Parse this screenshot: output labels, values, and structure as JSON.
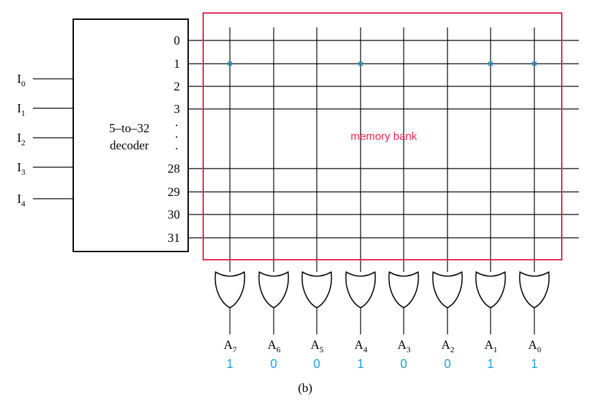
{
  "decoder": {
    "label_line1": "5–to–32",
    "label_line2": "decoder",
    "inputs": [
      {
        "base": "I",
        "sub": "0"
      },
      {
        "base": "I",
        "sub": "1"
      },
      {
        "base": "I",
        "sub": "2"
      },
      {
        "base": "I",
        "sub": "3"
      },
      {
        "base": "I",
        "sub": "4"
      }
    ],
    "outputs": [
      "0",
      "1",
      "2",
      "3",
      "28",
      "29",
      "30",
      "31"
    ],
    "ellipsis": "·"
  },
  "memory_bank": {
    "label": "memory bank",
    "border_color": "#e8234f",
    "mark_symbol": "×",
    "mark_color": "#1aa3e0",
    "marks": [
      {
        "row": "1",
        "column": "A7"
      },
      {
        "row": "1",
        "column": "A4"
      },
      {
        "row": "1",
        "column": "A1"
      },
      {
        "row": "1",
        "column": "A0"
      }
    ]
  },
  "outputs": [
    {
      "base": "A",
      "sub": "7",
      "value": "1"
    },
    {
      "base": "A",
      "sub": "6",
      "value": "0"
    },
    {
      "base": "A",
      "sub": "5",
      "value": "0"
    },
    {
      "base": "A",
      "sub": "4",
      "value": "1"
    },
    {
      "base": "A",
      "sub": "3",
      "value": "0"
    },
    {
      "base": "A",
      "sub": "2",
      "value": "0"
    },
    {
      "base": "A",
      "sub": "1",
      "value": "1"
    },
    {
      "base": "A",
      "sub": "0",
      "value": "1"
    }
  ],
  "value_color": "#1aa3e0",
  "caption": "(b)"
}
